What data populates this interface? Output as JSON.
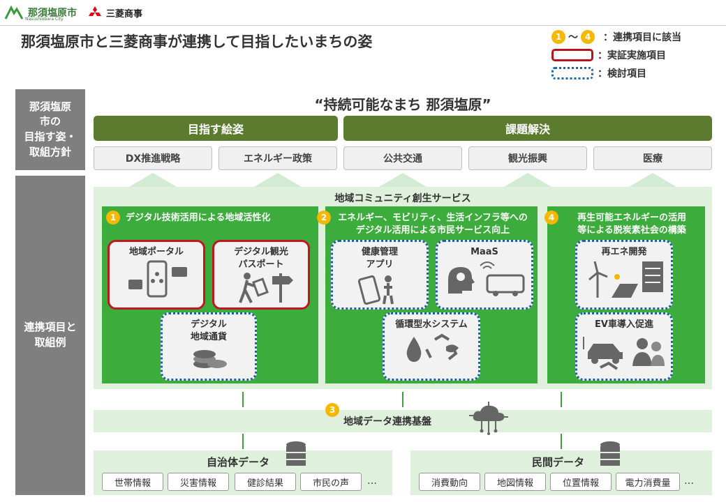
{
  "logo": {
    "city_name": "那須塩原市",
    "city_romaji": "Nasushiobara City",
    "company": "三菱商事"
  },
  "title": "那須塩原市と三菱商事が連携して目指したいまちの姿",
  "legend": {
    "num_start": "1",
    "tilde": "～",
    "num_end": "4",
    "num_label": "：連携項目に該当",
    "red_label": "：実証実施項目",
    "blue_label": "：検討項目"
  },
  "side": {
    "top": "那須塩原\n市の\n目指す姿・\n取組方針",
    "bottom": "連携項目と\n取組例"
  },
  "motto": "“持続可能なまち 那須塩原”",
  "bars": {
    "left": "目指す絵姿",
    "right": "課題解決"
  },
  "policies": [
    "DX推進戦略",
    "エネルギー政策",
    "公共交通",
    "観光振興",
    "医療"
  ],
  "service_title": "地域コミュニティ創生サービス",
  "panel1": {
    "num": "1",
    "title": "デジタル技術活用による地域活性化",
    "cards": [
      "地域ポータル",
      "デジタル観光\nパスポート",
      "デジタル\n地域通貨"
    ]
  },
  "panel2": {
    "num": "2",
    "title": "エネルギー、モビリティ、生活インフラ等への\nデジタル活用による市民サービス向上",
    "cards": [
      "健康管理\nアプリ",
      "MaaS",
      "循環型水システム"
    ]
  },
  "panel4": {
    "num": "4",
    "title": "再生可能エネルギーの活用\n等による脱炭素社会の構築",
    "cards": [
      "再エネ開発",
      "EV車導入促進"
    ]
  },
  "platform": {
    "num": "3",
    "label": "地域データ連携基盤"
  },
  "gov": {
    "title": "自治体データ",
    "items": [
      "世帯情報",
      "災害情報",
      "健診結果",
      "市民の声"
    ],
    "more": "…"
  },
  "private": {
    "title": "民間データ",
    "items": [
      "消費動向",
      "地図情報",
      "位置情報",
      "電力消費量"
    ],
    "more": "…"
  },
  "colors": {
    "dark_green": "#5b7c2e",
    "panel_green": "#3cac3c",
    "light_green": "#dff0dc",
    "red": "#c0161d",
    "blue": "#1d5fa8",
    "yellow": "#f5b800"
  }
}
